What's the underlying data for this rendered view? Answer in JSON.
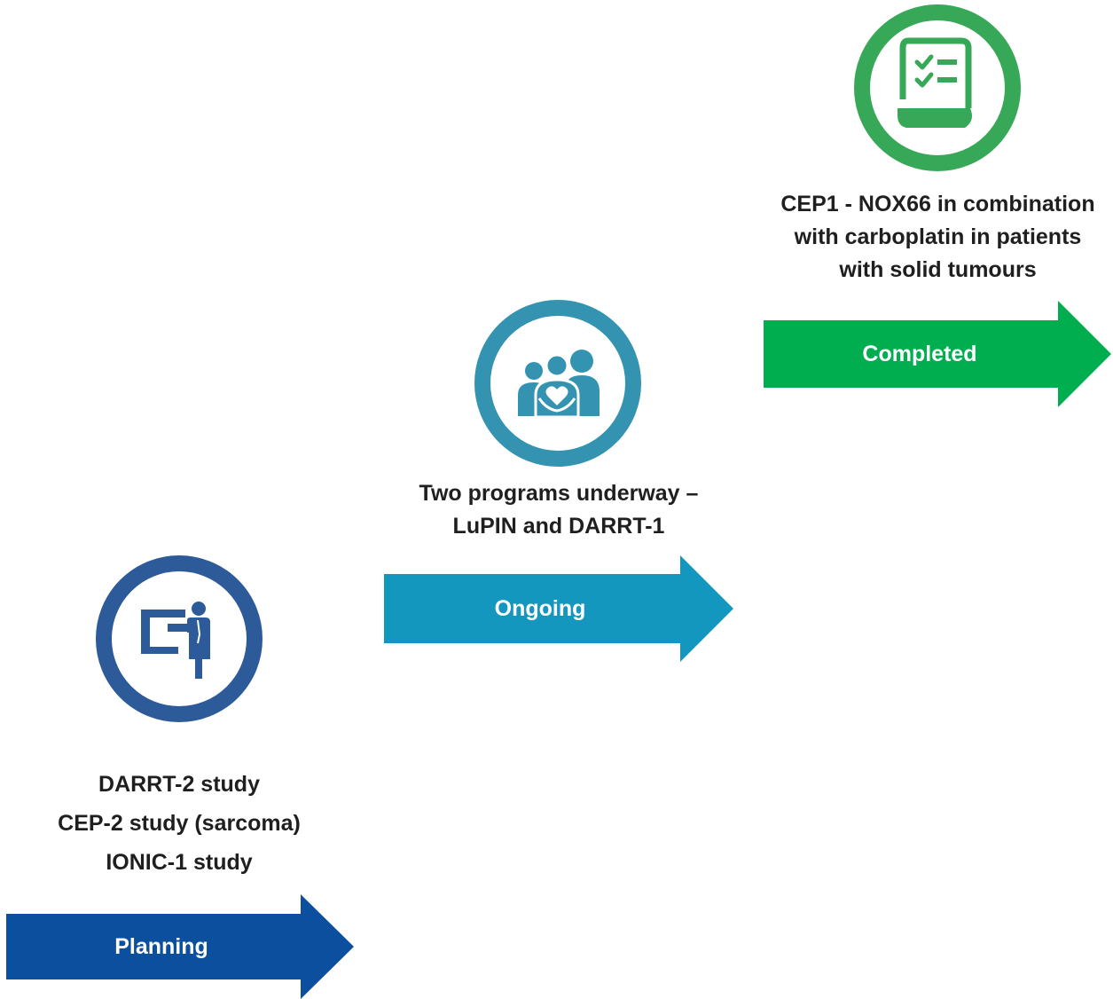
{
  "colors": {
    "planning": "#0B4F9E",
    "planning_ring": "#2D5A99",
    "ongoing": "#1497BE",
    "ongoing_ring": "#3393B0",
    "completed": "#00AE4F",
    "completed_ring": "#37A857",
    "text": "#1f1f1f"
  },
  "stages": {
    "planning": {
      "icon": "presenter-board-icon",
      "lines": [
        "DARRT-2 study",
        "CEP-2 study (sarcoma)",
        "IONIC-1 study"
      ],
      "label": "Planning"
    },
    "ongoing": {
      "icon": "family-heart-icon",
      "lines": [
        "Two programs underway –",
        "LuPIN and DARRT-1"
      ],
      "label": "Ongoing"
    },
    "completed": {
      "icon": "checklist-document-icon",
      "lines": [
        "CEP1 - NOX66 in combination",
        "with carboplatin in patients",
        "with solid tumours"
      ],
      "label": "Completed"
    }
  }
}
